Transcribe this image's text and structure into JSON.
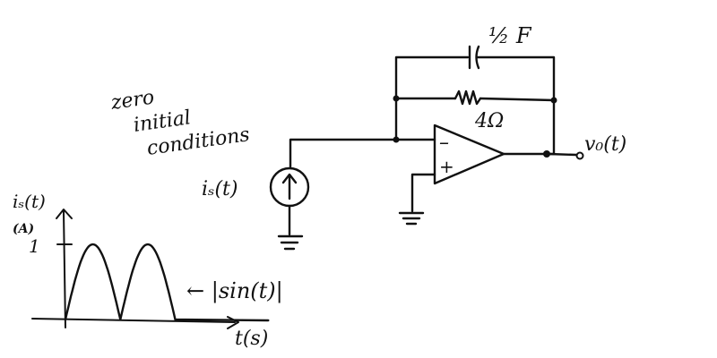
{
  "notes": {
    "line1": "zero",
    "line2": "initial",
    "line3": "conditions"
  },
  "capacitor": {
    "label": "½ F"
  },
  "resistor": {
    "label": "4Ω"
  },
  "source": {
    "label": "iₛ(t)"
  },
  "opamp": {
    "minus": "–",
    "plus": "+"
  },
  "output": {
    "label": "v₀(t)"
  },
  "graph": {
    "ylabel": "iₛ(t)",
    "yunit": "(A)",
    "tick_label": "1",
    "xlabel": "t(s)",
    "annotation": "← |sin(t)|"
  },
  "chart_data": {
    "type": "line",
    "title": "",
    "xlabel": "t(s)",
    "ylabel": "iₛ(t) (A)",
    "x": [
      0,
      0.79,
      1.57,
      2.36,
      3.14,
      3.93,
      4.71,
      5.5,
      6.28,
      7.5
    ],
    "y": [
      0,
      0.71,
      1,
      0.71,
      0,
      0.71,
      1,
      0.71,
      0,
      0
    ],
    "yticks": [
      1
    ],
    "annotation": "|sin(t)|"
  }
}
